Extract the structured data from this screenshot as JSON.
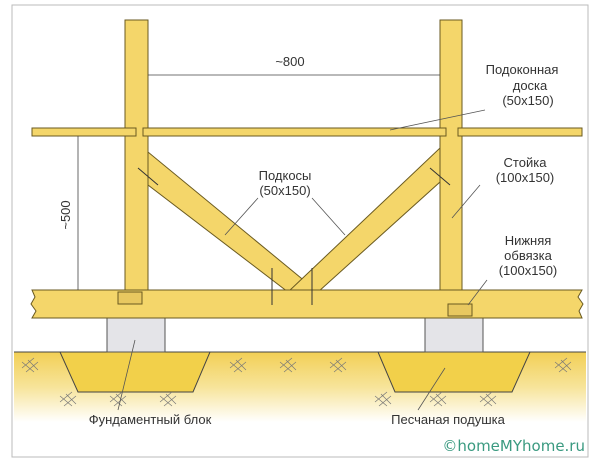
{
  "dimensions": {
    "width": "~800",
    "height": "~500"
  },
  "labels": {
    "sill_board": [
      "Подоконная",
      "доска",
      "(50x150)"
    ],
    "post": [
      "Стойка",
      "(100x150)"
    ],
    "bottom_frame": [
      "Нижняя",
      "обвязка",
      "(100x150)"
    ],
    "braces": [
      "Подкосы",
      "(50x150)"
    ],
    "foundation_block": "Фундаментный блок",
    "sand_cushion": "Песчаная подушка"
  },
  "watermark": "©homeMYhome.ru",
  "colors": {
    "wood": "#f4d66a",
    "sand": "#f2d04a",
    "block": "#e4e4e8",
    "watermark": "#3a9a80"
  }
}
